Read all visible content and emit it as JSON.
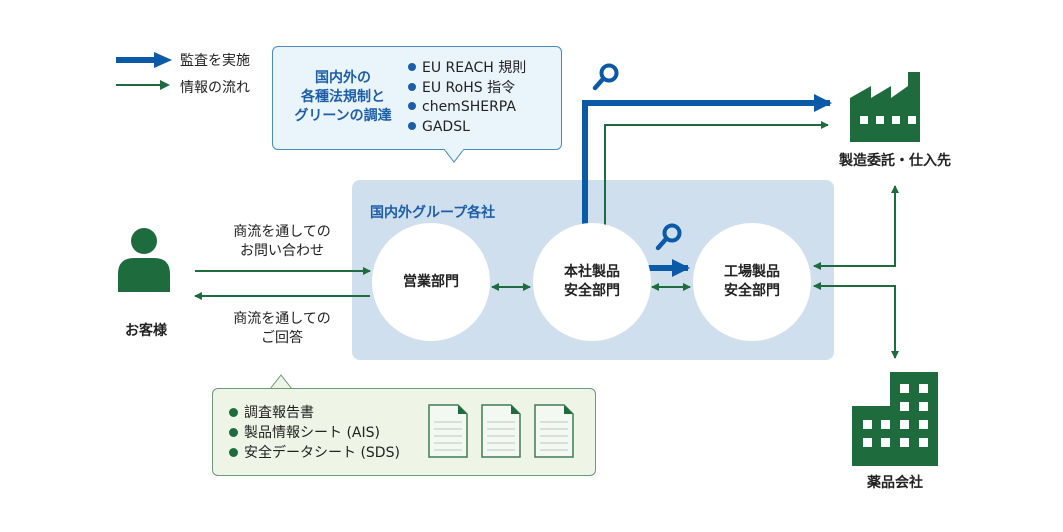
{
  "legend": {
    "items": [
      {
        "icon": "thick-blue-arrow-icon",
        "label": "監査を実施"
      },
      {
        "icon": "thin-green-arrow-icon",
        "label": "情報の流れ"
      }
    ]
  },
  "regulations_callout": {
    "heading_lines": [
      "国内外の",
      "各種法規制と",
      "グリーンの調達"
    ],
    "items": [
      "EU REACH 規則",
      "EU RoHS 指令",
      "chemSHERPA",
      "GADSL"
    ]
  },
  "group": {
    "title": "国内外グループ各社",
    "departments": [
      {
        "id": "sales",
        "lines": [
          "営業部門",
          ""
        ]
      },
      {
        "id": "hq-safety",
        "lines": [
          "本社製品",
          "安全部門"
        ]
      },
      {
        "id": "factory-safety",
        "lines": [
          "工場製品",
          "安全部門"
        ]
      }
    ]
  },
  "customer": {
    "label": "お客様",
    "inquiry_caption": [
      "商流を通しての",
      "お問い合わせ"
    ],
    "reply_caption": [
      "商流を通しての",
      "ご回答"
    ]
  },
  "external": {
    "supplier_label": "製造委託・仕入先",
    "chemical_company_label": "薬品会社"
  },
  "documents_callout": {
    "items": [
      "調査報告書",
      "製品情報シート (AIS)",
      "安全データシート (SDS)"
    ],
    "document_icon_count": 3
  },
  "colors": {
    "audit_blue": "#0b5aa8",
    "info_green": "#1e6b3e",
    "group_bg": "#cfdfee",
    "icon_green": "#1e6b3e"
  }
}
